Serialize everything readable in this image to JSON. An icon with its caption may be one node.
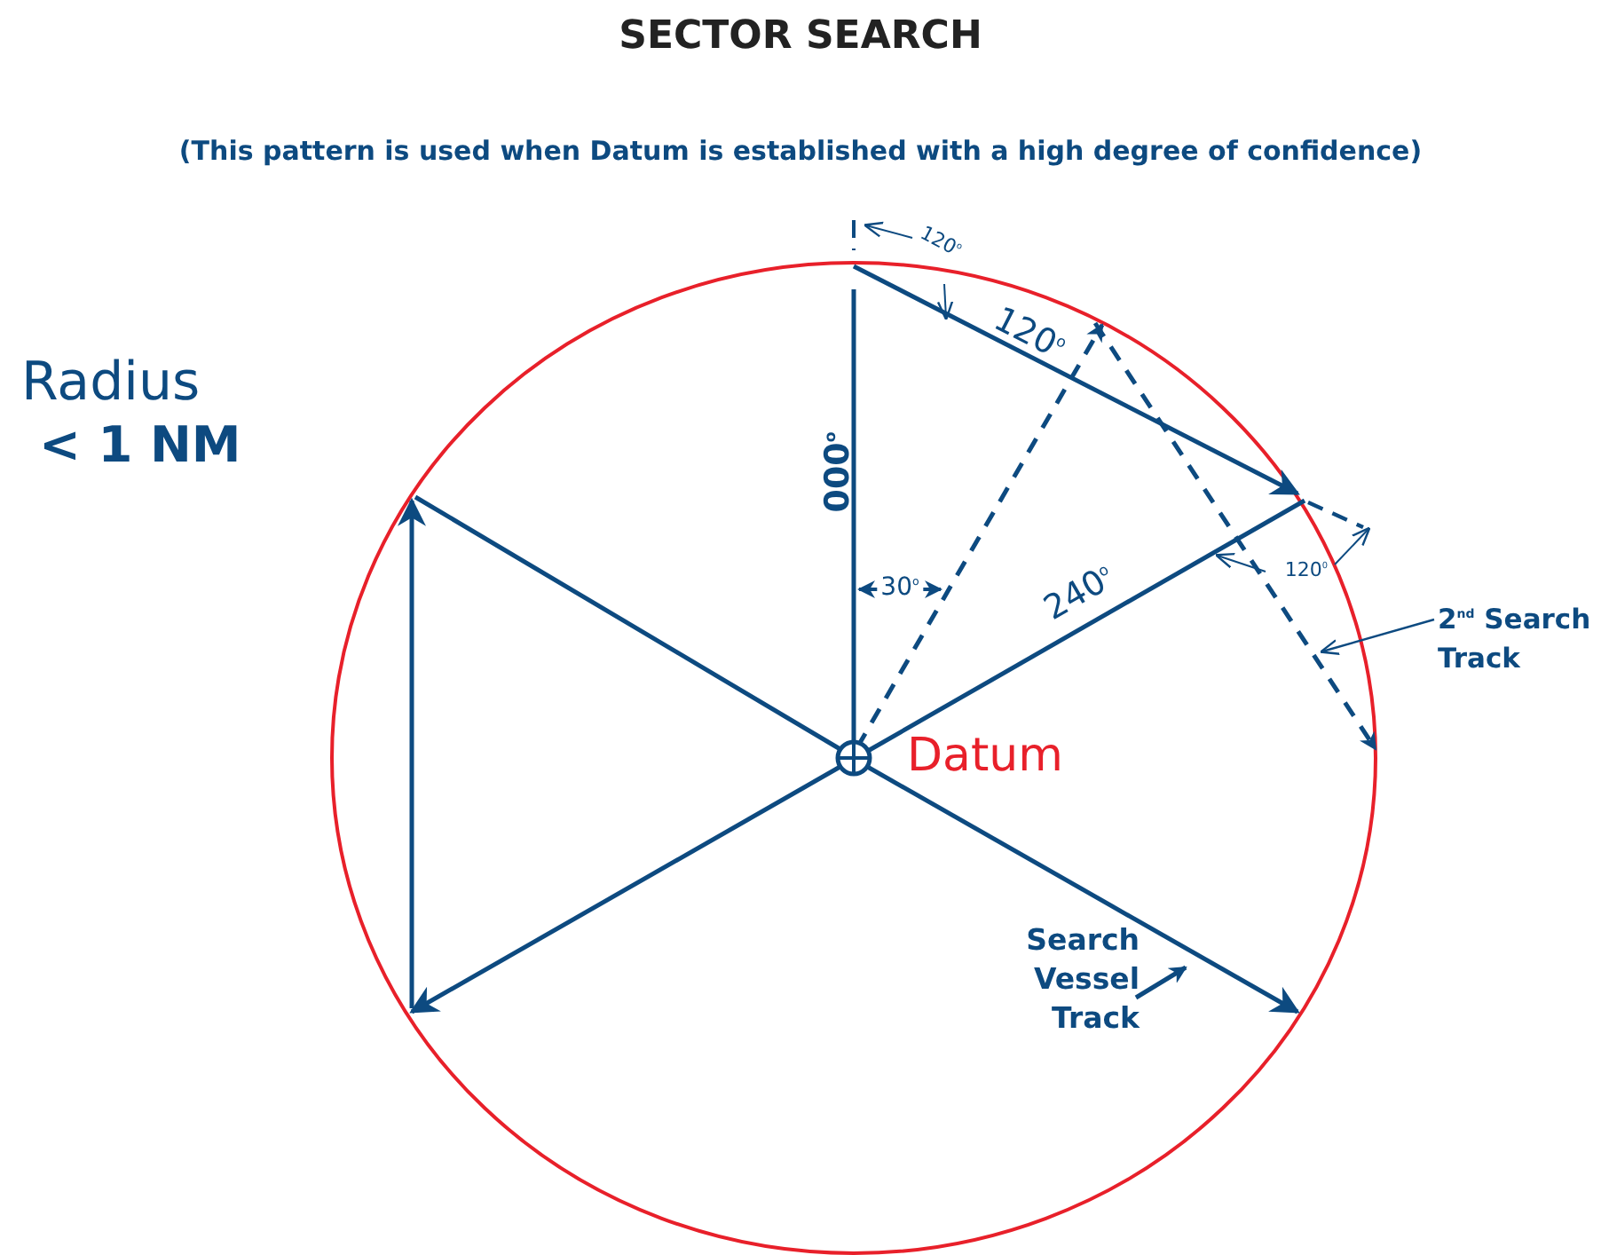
{
  "diagram": {
    "title": "SECTOR SEARCH",
    "nodes": [
      {
        "text": [
          "Search Vessel Track"
        ]
      },
      {
        "text": [
          "2$^{nd}$ Search Track"
        ]
      }
    ],
    "edges": [
      {
        "from": 0,
        "to": null,
        "arrow": "to"
      },
      {
        "from": 1,
        "to": null,
        "arrow": "to"
      }
    ],
    "labels": [
      "(This pattern is used when Datum is established with a high degree of confidence)",
      "120$^{o}$",
      "Radius",
      "< 1 NM",
      "120$^{o}$",
      "000$^{o}$",
      "30$^{o}$",
      "240$^{o}$",
      "120$^{0}$",
      "Datum"
    ]
  }
}
